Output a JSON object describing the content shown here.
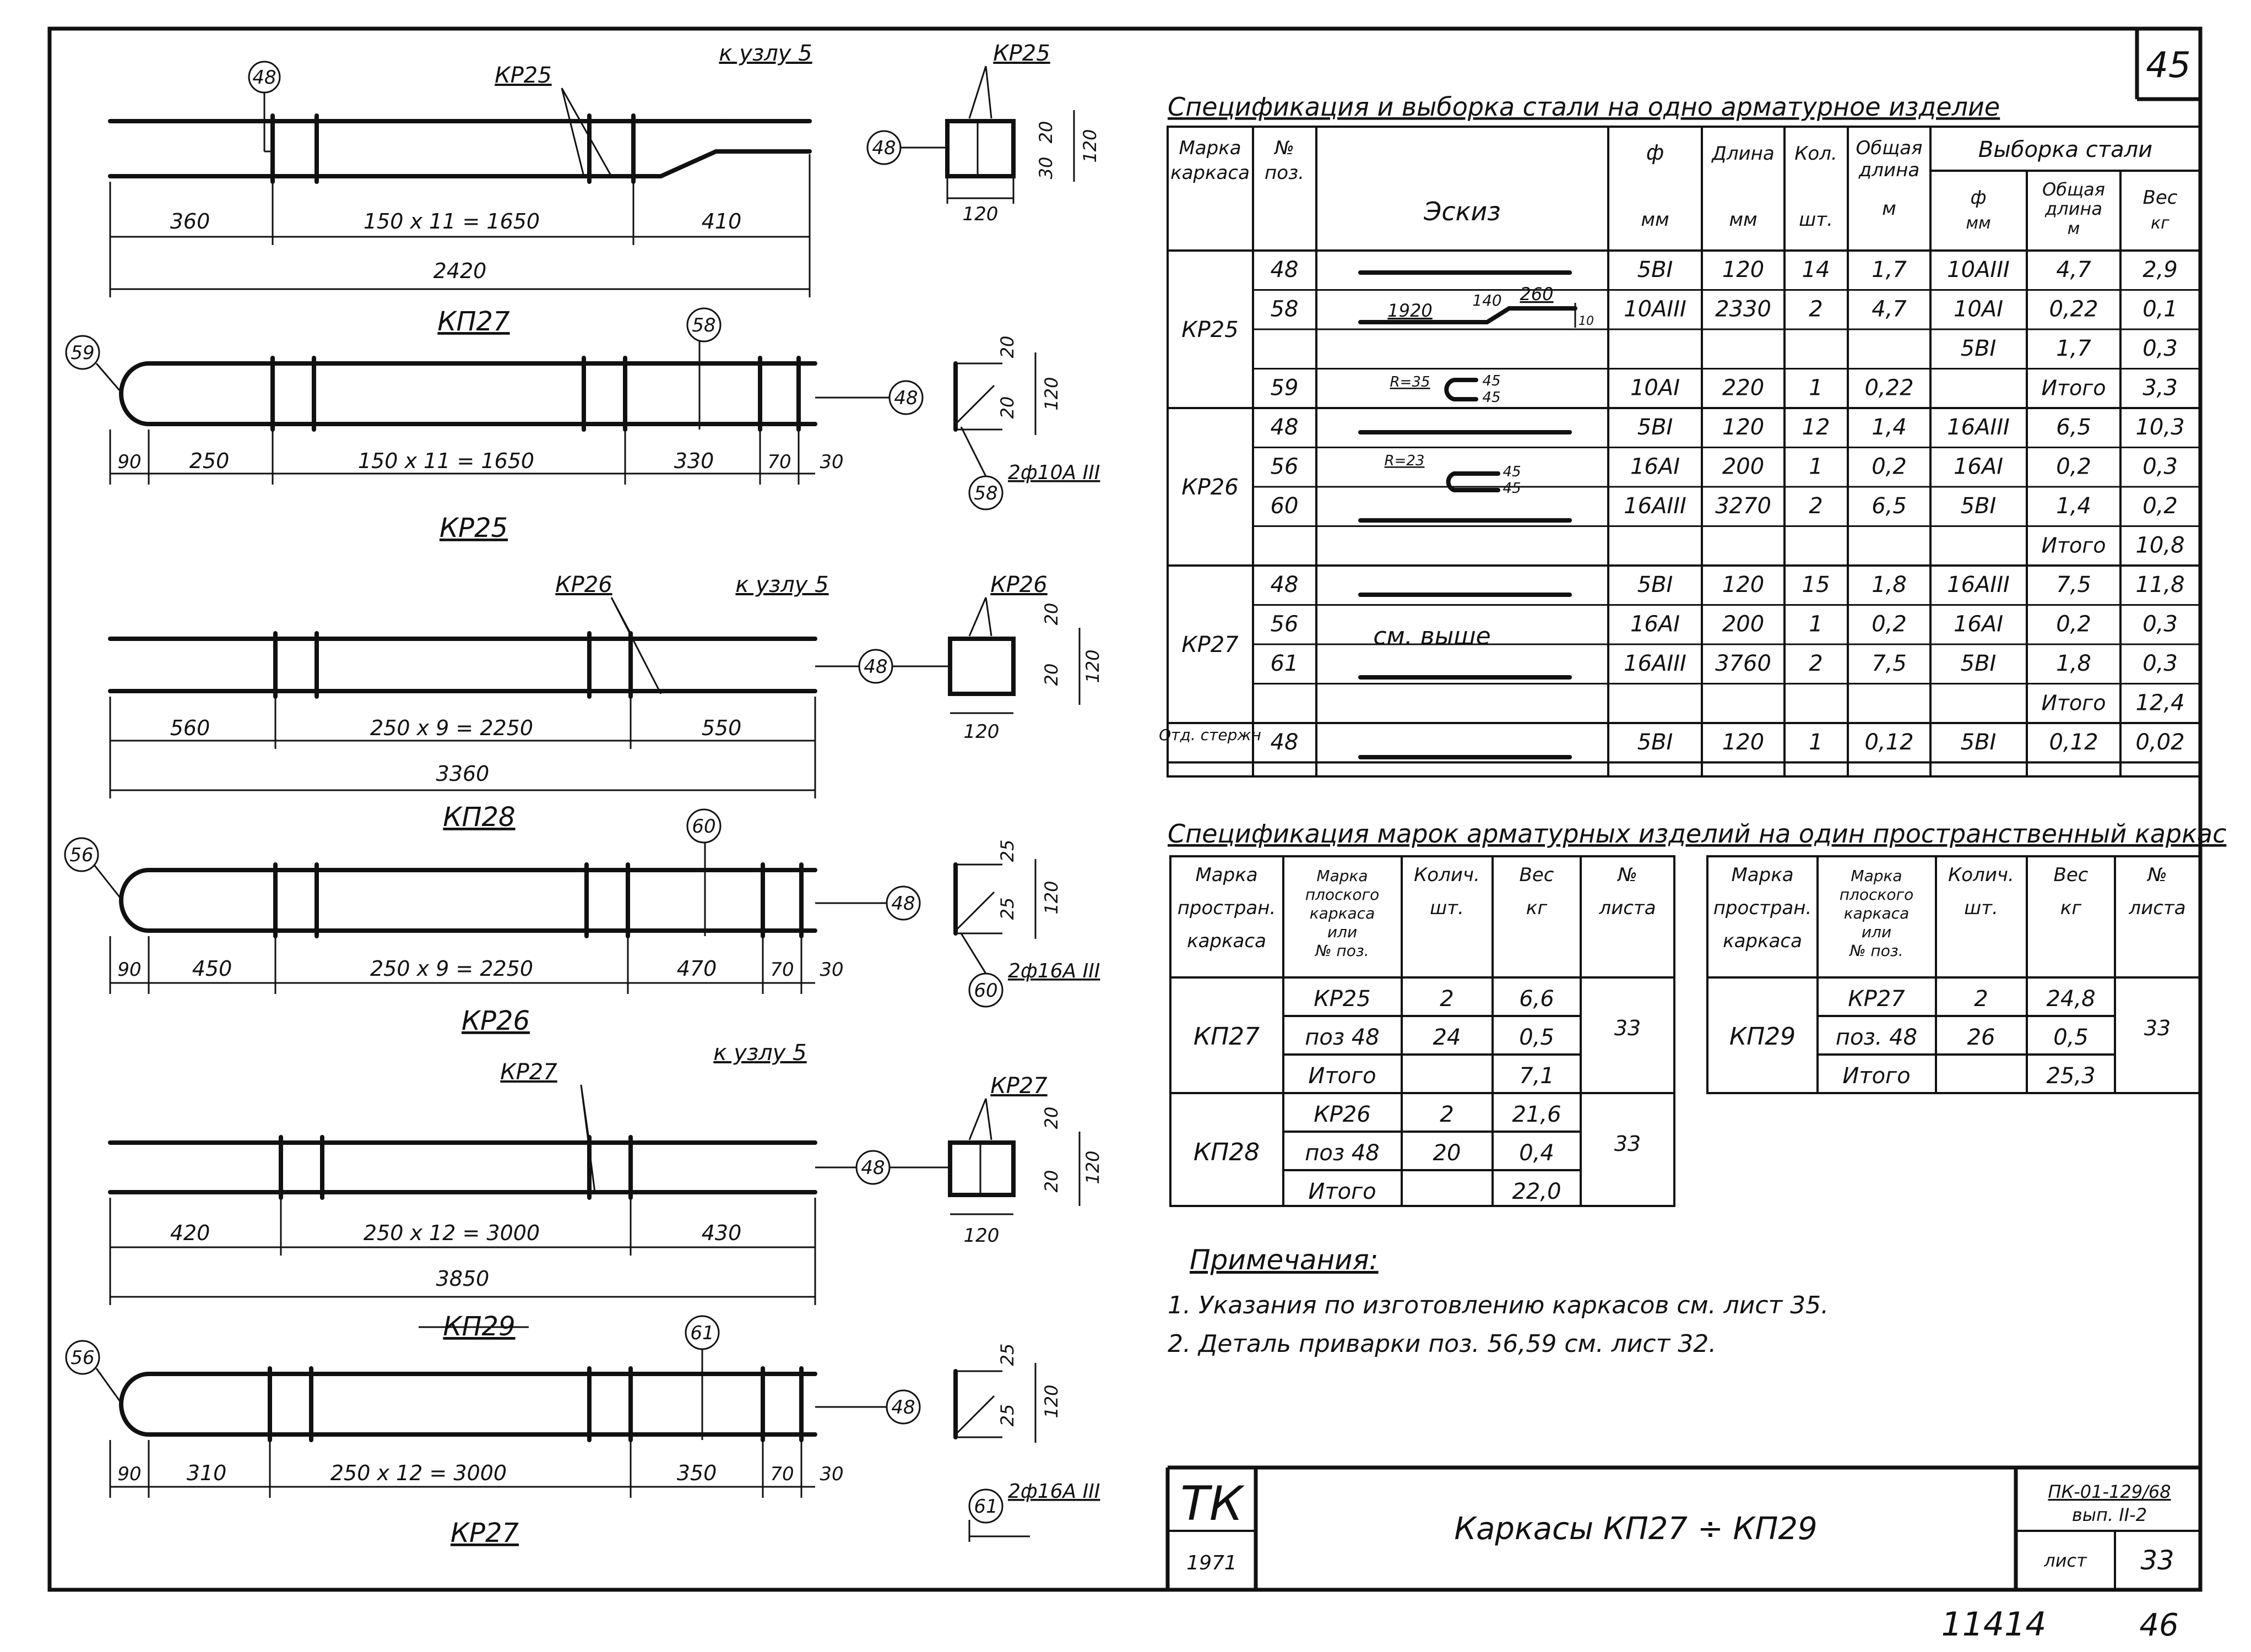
{
  "sheet": {
    "number": "45",
    "stamp": "11414",
    "stamp_sheet": "46"
  },
  "drawings": {
    "kp27_plan": {
      "title": "КП27",
      "callout_pos": "48",
      "callout_kr": "КР25",
      "to_node": "к узлу 5",
      "dims_top": [
        "360",
        "150 x 11 = 1650",
        "410"
      ],
      "dim_total": "2420",
      "section_kr": "КР25",
      "section_pos": "48",
      "section_dims": [
        "20",
        "30",
        "120",
        "120"
      ]
    },
    "kr25": {
      "title": "КР25",
      "bend_pos": "59",
      "rod_pos": "58",
      "dims": [
        "90",
        "250",
        "150 x 11 = 1650",
        "330",
        "70",
        "30"
      ],
      "section_pos": "48",
      "section_rod_pos": "58",
      "section_rod": "2ф10А III",
      "section_dims": [
        "20",
        "20",
        "120"
      ]
    },
    "kp28_plan": {
      "title": "КП28",
      "callout_kr": "КР26",
      "to_node": "к узлу 5",
      "dims_top": [
        "560",
        "250 x 9 = 2250",
        "550"
      ],
      "dim_total": "3360",
      "section_kr": "КР26",
      "section_pos": "48",
      "section_dims": [
        "20",
        "20",
        "120",
        "120"
      ]
    },
    "kr26": {
      "title": "КР26",
      "bend_pos": "56",
      "rod_pos": "60",
      "dims": [
        "90",
        "450",
        "250 x 9 = 2250",
        "470",
        "70",
        "30"
      ],
      "section_pos": "48",
      "section_rod_pos": "60",
      "section_rod": "2ф16А III",
      "section_dims": [
        "25",
        "25",
        "120"
      ]
    },
    "kp29_plan": {
      "title": "КП29",
      "callout_kr": "КР27",
      "to_node": "к узлу 5",
      "dims_top": [
        "420",
        "250 x 12 = 3000",
        "430"
      ],
      "dim_total": "3850",
      "section_kr": "КР27",
      "section_pos": "48",
      "section_dims": [
        "20",
        "20",
        "120",
        "120"
      ]
    },
    "kr27": {
      "title": "КР27",
      "bend_pos": "56",
      "rod_pos": "61",
      "dims": [
        "90",
        "310",
        "250 x 12 = 3000",
        "350",
        "70",
        "30"
      ],
      "section_pos": "48",
      "section_rod_pos": "61",
      "section_rod": "2ф16А III",
      "section_dims": [
        "25",
        "25",
        "120"
      ]
    }
  },
  "spec1": {
    "title": "Спецификация и выборка стали на одно арматурное изделие",
    "headers": {
      "marka": [
        "Марка",
        "каркаса"
      ],
      "pos": [
        "№",
        "поз."
      ],
      "sketch": "Эскиз",
      "dia": [
        "ф",
        "мм"
      ],
      "length": [
        "Длина",
        "мм"
      ],
      "qty": [
        "Кол.",
        "шт."
      ],
      "total_len": [
        "Общая",
        "длина",
        "м"
      ],
      "selection": "Выборка стали",
      "sel_dia": [
        "ф",
        "мм"
      ],
      "sel_len": [
        "Общая",
        "длина",
        "м"
      ],
      "sel_weight": [
        "Вес",
        "кг"
      ]
    },
    "groups": [
      {
        "marka": "КР25",
        "rows": [
          {
            "pos": "48",
            "dia": "5BI",
            "len": "120",
            "qty": "14",
            "tl": "1,7",
            "sd": "10АIII",
            "sl": "4,7",
            "sw": "2,9"
          },
          {
            "pos": "58",
            "dia": "10АIII",
            "len": "2330",
            "qty": "2",
            "tl": "4,7",
            "sd": "10АI",
            "sl": "0,22",
            "sw": "0,1"
          },
          {
            "pos": "",
            "dia": "",
            "len": "",
            "qty": "",
            "tl": "",
            "sd": "5BI",
            "sl": "1,7",
            "sw": "0,3"
          },
          {
            "pos": "59",
            "dia": "10АI",
            "len": "220",
            "qty": "1",
            "tl": "0,22",
            "sd": "",
            "sl": "Итого",
            "sw": "3,3"
          }
        ]
      },
      {
        "marka": "КР26",
        "rows": [
          {
            "pos": "48",
            "dia": "5BI",
            "len": "120",
            "qty": "12",
            "tl": "1,4",
            "sd": "16АIII",
            "sl": "6,5",
            "sw": "10,3"
          },
          {
            "pos": "56",
            "dia": "16АI",
            "len": "200",
            "qty": "1",
            "tl": "0,2",
            "sd": "16АI",
            "sl": "0,2",
            "sw": "0,3"
          },
          {
            "pos": "60",
            "dia": "16АIII",
            "len": "3270",
            "qty": "2",
            "tl": "6,5",
            "sd": "5BI",
            "sl": "1,4",
            "sw": "0,2"
          },
          {
            "pos": "",
            "dia": "",
            "len": "",
            "qty": "",
            "tl": "",
            "sd": "",
            "sl": "Итого",
            "sw": "10,8"
          }
        ]
      },
      {
        "marka": "КР27",
        "rows": [
          {
            "pos": "48",
            "dia": "5BI",
            "len": "120",
            "qty": "15",
            "tl": "1,8",
            "sd": "16АIII",
            "sl": "7,5",
            "sw": "11,8"
          },
          {
            "pos": "56",
            "dia": "16АI",
            "len": "200",
            "qty": "1",
            "tl": "0,2",
            "sd": "16АI",
            "sl": "0,2",
            "sw": "0,3"
          },
          {
            "pos": "61",
            "dia": "16АIII",
            "len": "3760",
            "qty": "2",
            "tl": "7,5",
            "sd": "5BI",
            "sl": "1,8",
            "sw": "0,3"
          },
          {
            "pos": "",
            "dia": "",
            "len": "",
            "qty": "",
            "tl": "",
            "sd": "",
            "sl": "Итого",
            "sw": "12,4"
          }
        ]
      },
      {
        "marka": "Отд. стержн",
        "rows": [
          {
            "pos": "48",
            "dia": "5BI",
            "len": "120",
            "qty": "1",
            "tl": "0,12",
            "sd": "5BI",
            "sl": "0,12",
            "sw": "0,02"
          }
        ]
      }
    ],
    "sketch_labels": {
      "r58": [
        "1920",
        "140",
        "260",
        "10"
      ],
      "r59": [
        "R=35",
        "45",
        "45"
      ],
      "r56": [
        "R=23",
        "45",
        "45"
      ],
      "see_above": "см. выше"
    }
  },
  "spec2": {
    "title": "Спецификация марок арматурных изделий на один пространственный каркас",
    "headers": {
      "a": [
        "Марка",
        "простран.",
        "каркаса"
      ],
      "b": [
        "Марка",
        "плоского",
        "каркаса",
        "или",
        "№ поз."
      ],
      "c": [
        "Колич.",
        "шт."
      ],
      "d": [
        "Вес",
        "кг"
      ],
      "e": [
        "№",
        "листа"
      ]
    },
    "left": [
      {
        "marka": "КП27",
        "sheet": "33",
        "rows": [
          [
            "КР25",
            "2",
            "6,6"
          ],
          [
            "поз 48",
            "24",
            "0,5"
          ],
          [
            "Итого",
            "",
            "7,1"
          ]
        ]
      },
      {
        "marka": "КП28",
        "sheet": "33",
        "rows": [
          [
            "КР26",
            "2",
            "21,6"
          ],
          [
            "поз 48",
            "20",
            "0,4"
          ],
          [
            "Итого",
            "",
            "22,0"
          ]
        ]
      }
    ],
    "right": [
      {
        "marka": "КП29",
        "sheet": "33",
        "rows": [
          [
            "КР27",
            "2",
            "24,8"
          ],
          [
            "поз. 48",
            "26",
            "0,5"
          ],
          [
            "Итого",
            "",
            "25,3"
          ]
        ]
      }
    ]
  },
  "notes": {
    "title": "Примечания:",
    "items": [
      "1.  Указания по изготовлению каркасов см. лист 35.",
      "2.  Деталь приварки поз. 56,59 см. лист 32."
    ]
  },
  "titleblock": {
    "org": "ТК",
    "year": "1971",
    "name": "Каркасы КП27 ÷ КП29",
    "code": "ПК-01-129/68",
    "issue": "вып. II-2",
    "sheet_label": "лист",
    "sheet_value": "33"
  }
}
